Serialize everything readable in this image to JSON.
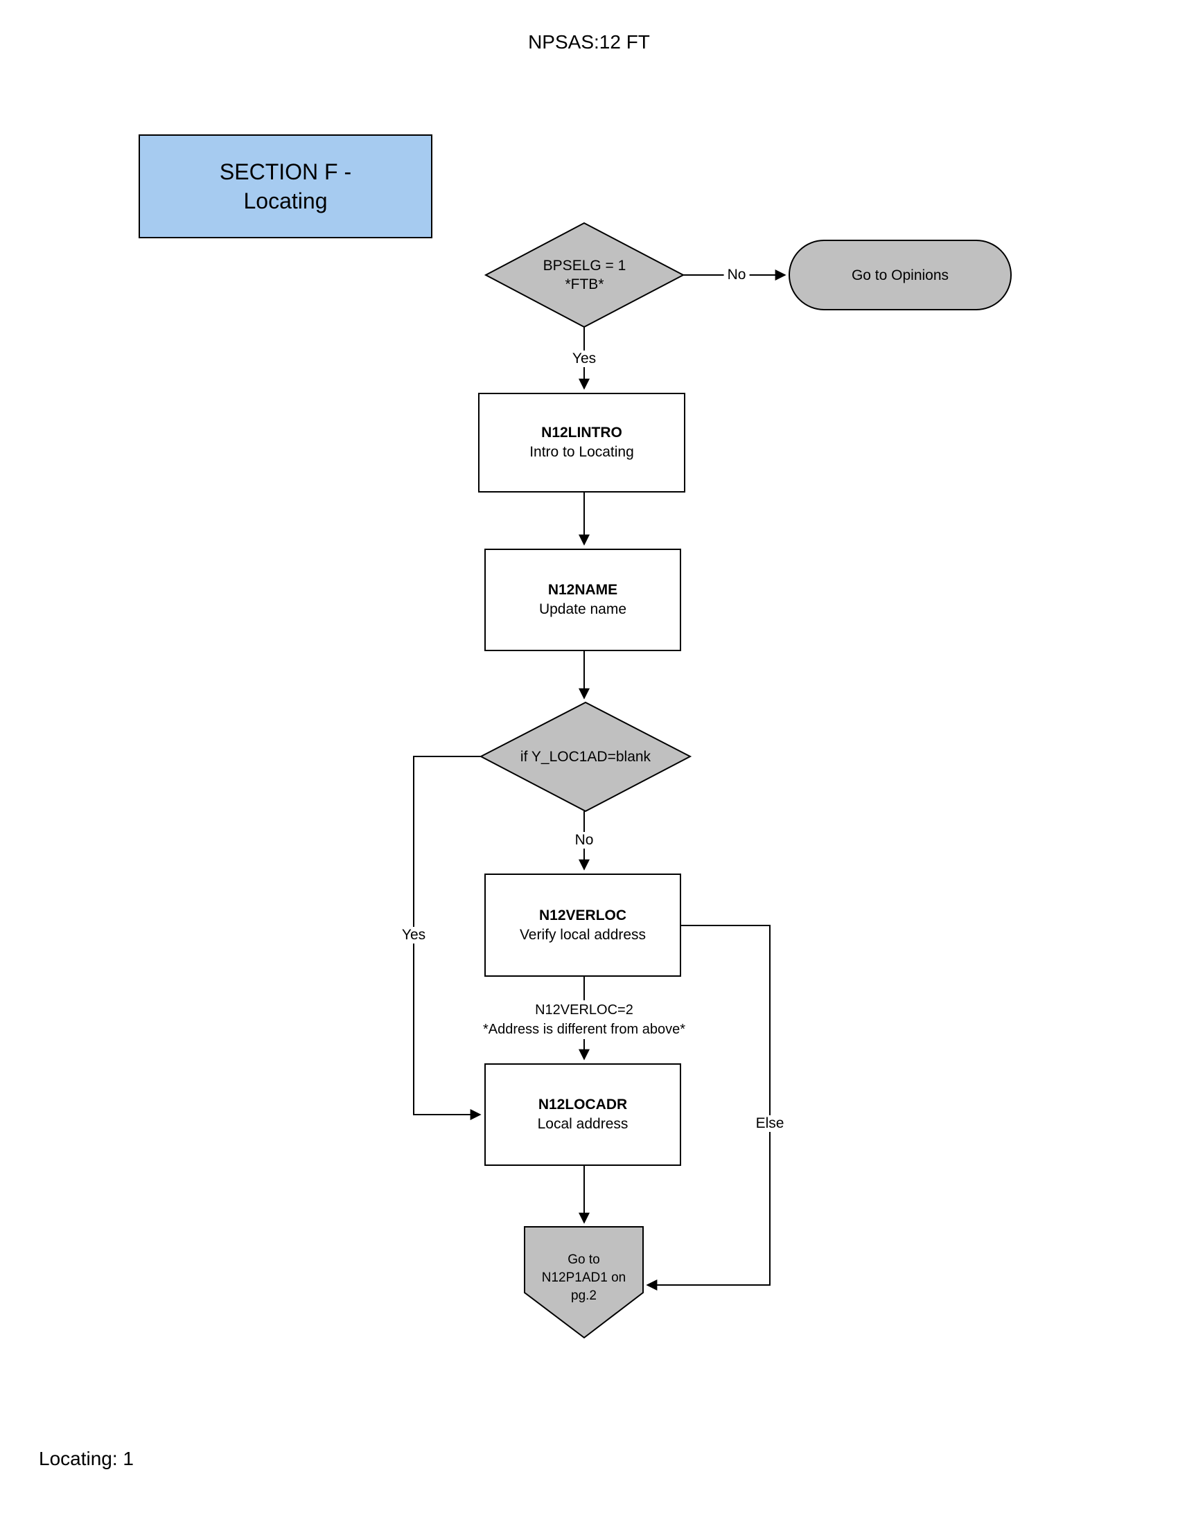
{
  "page": {
    "title": "NPSAS:12 FT",
    "footer": "Locating: 1"
  },
  "section": {
    "line1": "SECTION F -",
    "line2": "Locating"
  },
  "nodes": {
    "decision_bpselg": {
      "line1": "BPSELG = 1",
      "line2": "*FTB*"
    },
    "terminal_opinions": {
      "label": "Go to Opinions"
    },
    "n12lintro": {
      "name": "N12LINTRO",
      "desc": "Intro to Locating"
    },
    "n12name": {
      "name": "N12NAME",
      "desc": "Update name"
    },
    "decision_yloc1ad": {
      "label": "if Y_LOC1AD=blank"
    },
    "n12verloc": {
      "name": "N12VERLOC",
      "desc": "Verify local address"
    },
    "n12locadr": {
      "name": "N12LOCADR",
      "desc": "Local address"
    },
    "offpage_connector": {
      "line1": "Go to",
      "line2": "N12P1AD1 on",
      "line3": "pg.2"
    }
  },
  "edges": {
    "bpselg_no": "No",
    "bpselg_yes": "Yes",
    "yloc1ad_no": "No",
    "yloc1ad_yes": "Yes",
    "verloc_cond_line1": "N12VERLOC=2",
    "verloc_cond_line2": "*Address is different from above*",
    "verloc_else": "Else"
  },
  "colors": {
    "section_fill": "#A6CBF0",
    "node_gray": "#C0C0C0",
    "line": "#000000"
  }
}
